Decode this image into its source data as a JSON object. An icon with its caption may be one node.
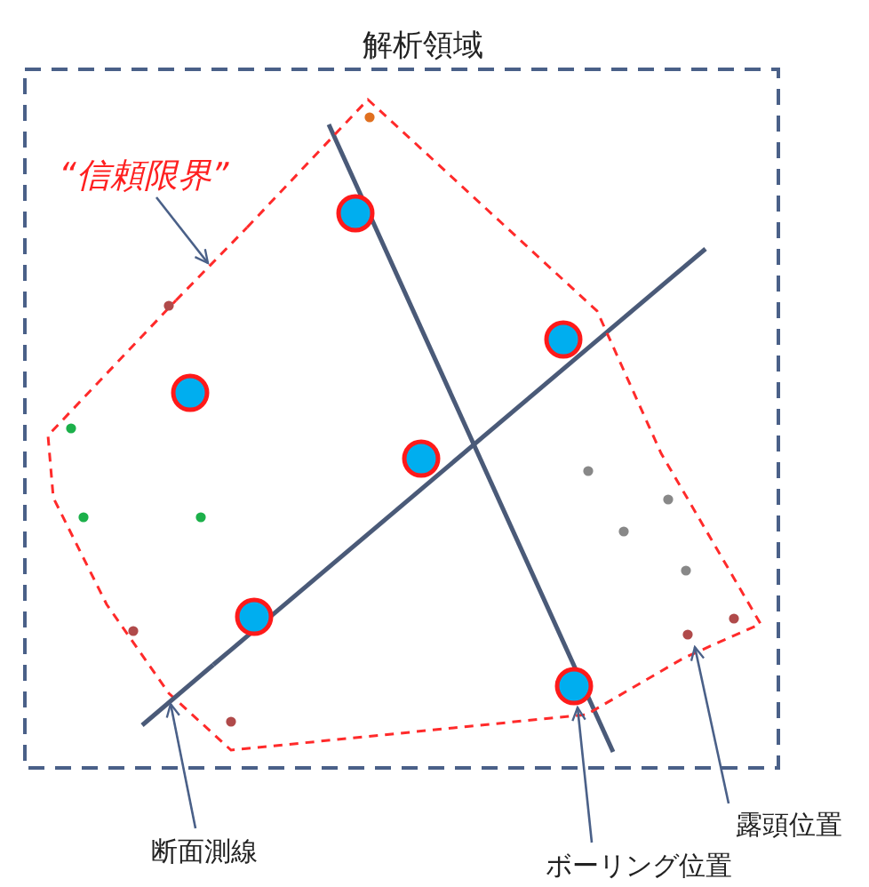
{
  "diagram": {
    "nodes": [
      {
        "text": [
          "解析領域"
        ]
      },
      {
        "text": [
          "“信頼限界”"
        ],
        "in": 0
      },
      {
        "text": [],
        "shape": "polygon",
        "in": 0
      },
      {
        "text": [
          "断面測線"
        ]
      },
      {
        "text": [],
        "shape": "line",
        "in": 0
      },
      {
        "text": [
          "ボーリング位置"
        ]
      },
      {
        "text": [],
        "shape": "circle",
        "in": 0
      },
      {
        "text": [
          "露頭位置"
        ]
      },
      {
        "text": [],
        "shape": "circle",
        "in": 0
      },
      {
        "text": [],
        "shape": "circle",
        "in": 0
      },
      {
        "text": [],
        "shape": "circle",
        "in": 0
      },
      {
        "text": [],
        "shape": "circle",
        "in": 0
      },
      {
        "text": [],
        "shape": "circle",
        "in": 0
      },
      {
        "text": [],
        "shape": "circle",
        "in": 0
      }
    ],
    "edges": [
      {
        "from": 1,
        "to": 2,
        "arrow": "to"
      },
      {
        "from": 3,
        "to": 4,
        "arrow": "to"
      },
      {
        "from": 5,
        "to": 6,
        "arrow": "to"
      },
      {
        "from": 7,
        "to": 8,
        "arrow": "to"
      }
    ]
  }
}
